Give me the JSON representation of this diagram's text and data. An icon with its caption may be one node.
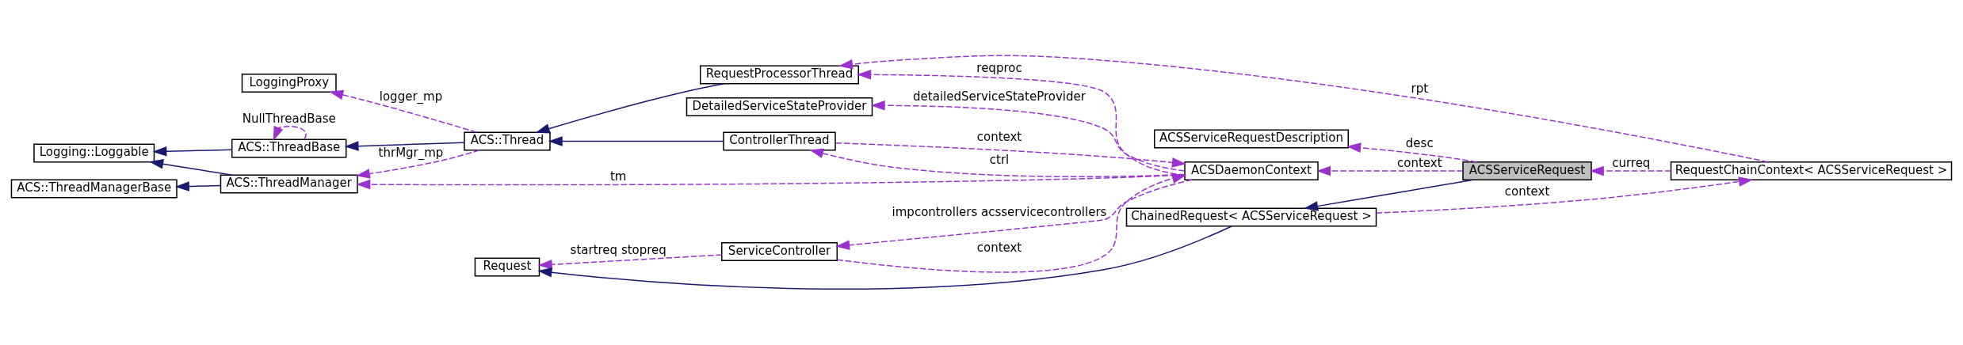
{
  "diagram": {
    "nodes": [
      {
        "text": [
          "Logging::Loggable"
        ]
      },
      {
        "text": [
          "ACS::ThreadBase"
        ]
      },
      {
        "text": [
          "ACS::ThreadManagerBase"
        ]
      },
      {
        "text": [
          "ACS::ThreadManager"
        ]
      },
      {
        "text": [
          "LoggingProxy"
        ]
      },
      {
        "text": [
          "ACS::Thread"
        ]
      },
      {
        "text": [
          "RequestProcessorThread"
        ]
      },
      {
        "text": [
          "DetailedServiceStateProvider"
        ]
      },
      {
        "text": [
          "Request"
        ]
      },
      {
        "text": [
          "ServiceController"
        ]
      },
      {
        "text": [
          "ACSDaemonContext"
        ]
      },
      {
        "text": [
          "ControllerThread"
        ]
      },
      {
        "text": [
          "ACSServiceRequestDescription"
        ]
      },
      {
        "text": [
          "ACSServiceRequest"
        ]
      },
      {
        "text": [
          "RequestChainContext< ACSServiceRequest >"
        ]
      },
      {
        "text": [
          "ChainedRequest< ACSServiceRequest >"
        ]
      }
    ],
    "edges": [
      {
        "from": 1,
        "to": 0,
        "arrow": "to",
        "color": "#191970"
      },
      {
        "from": 1,
        "to": 1,
        "arrow": "to",
        "style": "dashed",
        "label": "NullThreadBase"
      },
      {
        "from": 3,
        "to": 0,
        "arrow": "to",
        "color": "#191970"
      },
      {
        "from": 3,
        "to": 2,
        "arrow": "to",
        "color": "#191970"
      },
      {
        "from": 5,
        "to": 1,
        "arrow": "to",
        "color": "#191970"
      },
      {
        "from": 5,
        "to": 4,
        "arrow": "to",
        "style": "dashed",
        "label": "logger_mp"
      },
      {
        "from": 5,
        "to": 3,
        "arrow": "to",
        "style": "dashed",
        "label": "thrMgr_mp"
      },
      {
        "from": 6,
        "to": 5,
        "arrow": "to",
        "color": "#191970"
      },
      {
        "from": 11,
        "to": 5,
        "arrow": "to",
        "color": "#191970"
      },
      {
        "from": 14,
        "to": 6,
        "arrow": "to",
        "style": "dashed",
        "label": "rpt"
      },
      {
        "from": 10,
        "to": 6,
        "arrow": "to",
        "style": "dashed",
        "label": "reqproc"
      },
      {
        "from": 10,
        "to": 3,
        "arrow": "to",
        "style": "dashed",
        "label": "tm"
      },
      {
        "from": 10,
        "to": 7,
        "arrow": "to",
        "style": "dashed",
        "label": "detailedServiceStateProvider"
      },
      {
        "from": 10,
        "to": 9,
        "arrow": "to",
        "style": "dashed",
        "label": "impcontrollers acsservicecontrollers"
      },
      {
        "from": 10,
        "to": 11,
        "arrow": "to",
        "style": "dashed",
        "label": "ctrl"
      },
      {
        "from": 11,
        "to": 10,
        "arrow": "to",
        "style": "dashed",
        "label": "context"
      },
      {
        "from": 13,
        "to": 10,
        "arrow": "to",
        "style": "dashed",
        "label": "context"
      },
      {
        "from": 9,
        "to": 10,
        "arrow": "to",
        "style": "dashed",
        "label": "context"
      },
      {
        "from": 9,
        "to": 8,
        "arrow": "to",
        "style": "dashed",
        "label": "startreq stopreq"
      },
      {
        "from": 15,
        "to": 8,
        "arrow": "to",
        "color": "#191970"
      },
      {
        "from": 13,
        "to": 15,
        "arrow": "to",
        "color": "#191970"
      },
      {
        "from": 13,
        "to": 12,
        "arrow": "to",
        "style": "dashed",
        "label": "desc"
      },
      {
        "from": 14,
        "to": 13,
        "arrow": "to",
        "style": "dashed",
        "label": "curreq"
      },
      {
        "from": 15,
        "to": 14,
        "arrow": "to",
        "style": "dashed",
        "label": "context"
      }
    ]
  }
}
